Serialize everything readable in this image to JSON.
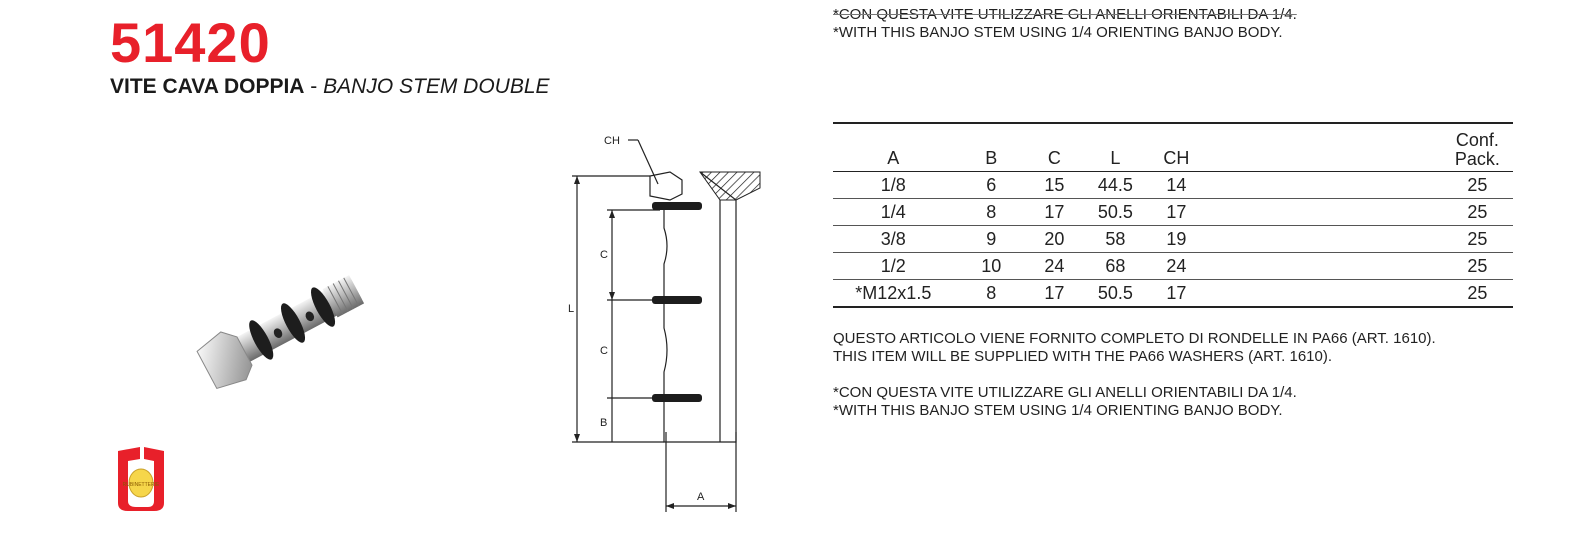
{
  "header": {
    "code": "51420",
    "title_it": "VITE CAVA DOPPIA",
    "title_sep": " - ",
    "title_en": "BANJO STEM DOUBLE"
  },
  "top_note": {
    "line1": "*CON QUESTA VITE UTILIZZARE GLI ANELLI ORIENTABILI DA 1/4.",
    "line2": "*WITH THIS BANJO STEM USING 1/4 ORIENTING BANJO BODY."
  },
  "drawing": {
    "labels": {
      "ch": "CH",
      "l": "L",
      "c1": "C",
      "c2": "C",
      "b": "B",
      "a": "A"
    }
  },
  "table": {
    "headers": {
      "a": "A",
      "b": "B",
      "c": "C",
      "l": "L",
      "ch": "CH",
      "pack1": "Conf.",
      "pack2": "Pack."
    },
    "rows": [
      {
        "a": "1/8",
        "b": "6",
        "c": "15",
        "l": "44.5",
        "ch": "14",
        "pack": "25"
      },
      {
        "a": "1/4",
        "b": "8",
        "c": "17",
        "l": "50.5",
        "ch": "17",
        "pack": "25"
      },
      {
        "a": "3/8",
        "b": "9",
        "c": "20",
        "l": "58",
        "ch": "19",
        "pack": "25"
      },
      {
        "a": "1/2",
        "b": "10",
        "c": "24",
        "l": "68",
        "ch": "24",
        "pack": "25"
      },
      {
        "a": "*M12x1.5",
        "b": "8",
        "c": "17",
        "l": "50.5",
        "ch": "17",
        "pack": "25"
      }
    ]
  },
  "notes": {
    "supply_it": "QUESTO ARTICOLO VIENE FORNITO COMPLETO DI RONDELLE IN PA66 (ART. 1610).",
    "supply_en": "THIS ITEM WILL BE SUPPLIED WITH THE PA66 WASHERS (ART. 1610).",
    "use_it": "*CON QUESTA VITE UTILIZZARE GLI ANELLI ORIENTABILI DA 1/4.",
    "use_en": "*WITH THIS BANJO STEM USING 1/4 ORIENTING BANJO BODY."
  },
  "colors": {
    "accent": "#e8202a",
    "text": "#222222"
  },
  "logo": {
    "text": "RUBINETTERIE"
  }
}
